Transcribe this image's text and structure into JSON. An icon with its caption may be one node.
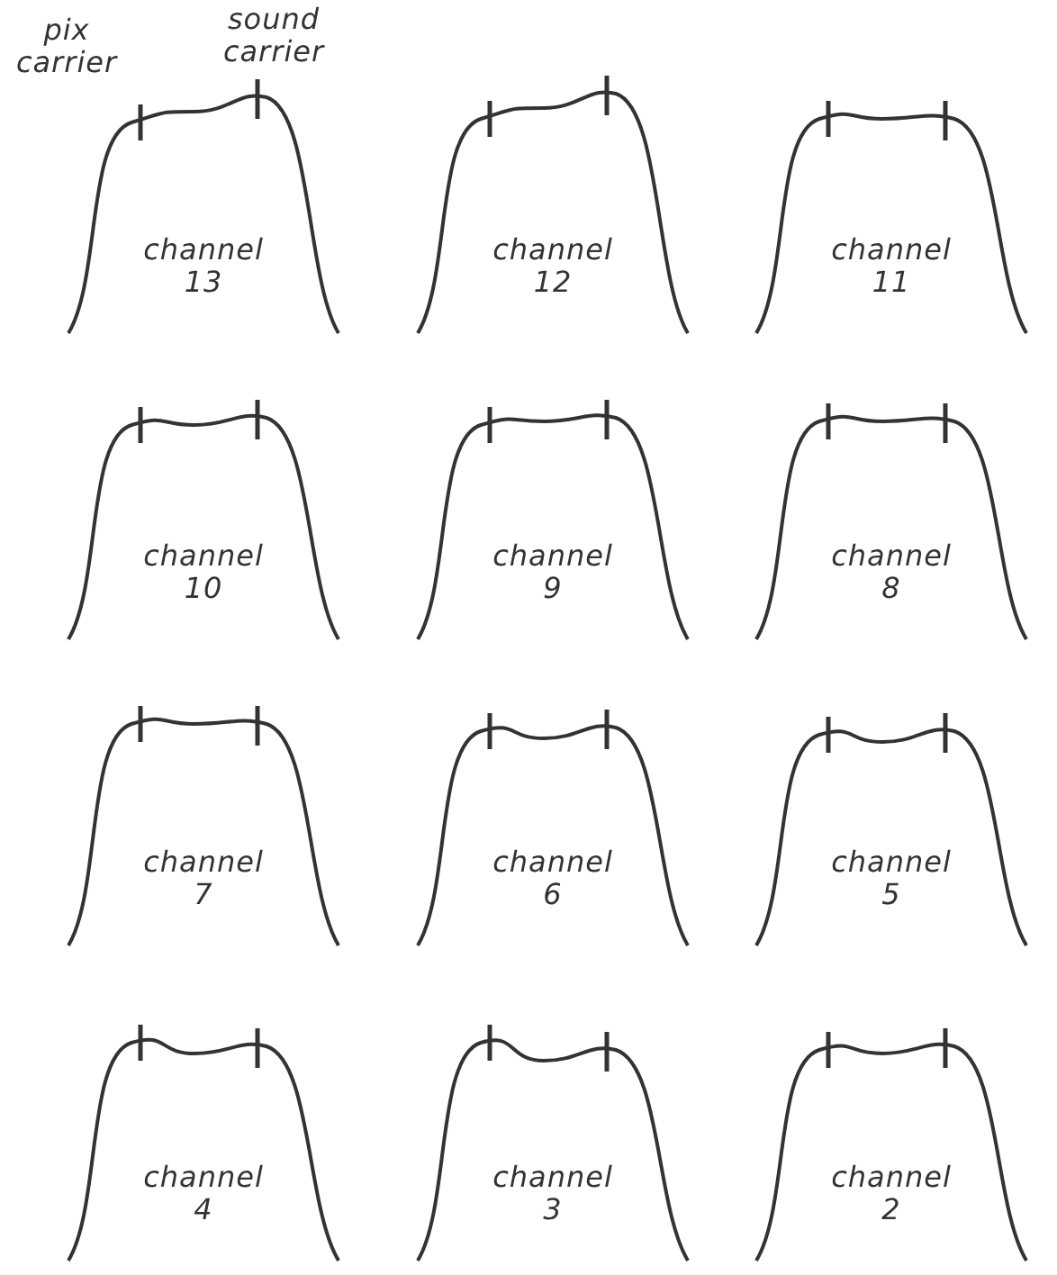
{
  "diagram": {
    "labels": [
      "pix carrier",
      "sound carrier",
      "channel 13",
      "channel 12",
      "channel 11",
      "channel 10",
      "channel 9",
      "channel 8",
      "channel 7",
      "channel 6",
      "channel 5",
      "channel 4",
      "channel 3",
      "channel 2"
    ]
  }
}
